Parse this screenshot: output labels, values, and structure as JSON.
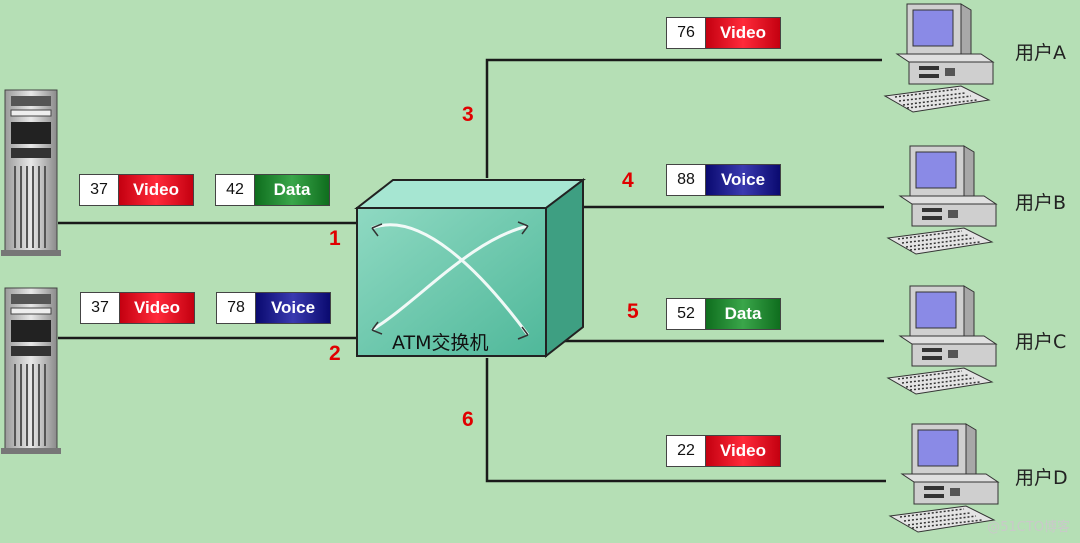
{
  "switch": {
    "label": "ATM交换机"
  },
  "ports": [
    "1",
    "2",
    "3",
    "4",
    "5",
    "6"
  ],
  "users": [
    "用户A",
    "用户B",
    "用户C",
    "用户D"
  ],
  "cells": [
    {
      "num": "37",
      "type": "Video"
    },
    {
      "num": "42",
      "type": "Data"
    },
    {
      "num": "37",
      "type": "Video"
    },
    {
      "num": "78",
      "type": "Voice"
    },
    {
      "num": "76",
      "type": "Video"
    },
    {
      "num": "88",
      "type": "Voice"
    },
    {
      "num": "52",
      "type": "Data"
    },
    {
      "num": "22",
      "type": "Video"
    }
  ],
  "icons": {
    "servers": [
      "server-tower-icon",
      "server-tower-icon"
    ],
    "users": [
      "desktop-computer-icon",
      "desktop-computer-icon",
      "desktop-computer-icon",
      "desktop-computer-icon"
    ]
  },
  "colors": {
    "background": "#b5dfb5",
    "video": "#e8101e",
    "data": "#238a33",
    "voice": "#1a1a90",
    "port": "#e00000",
    "switch": "#5cbfa0"
  },
  "watermark": "@51CTO博客"
}
